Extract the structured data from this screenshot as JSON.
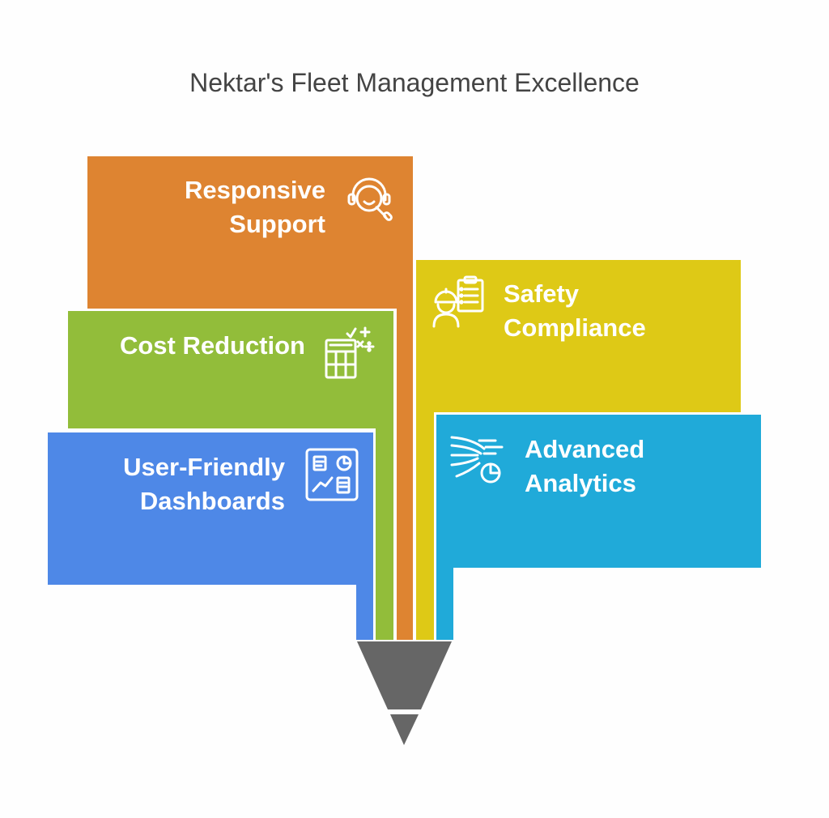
{
  "title": "Nektar's Fleet Management Excellence",
  "colors": {
    "orange": "#DE8431",
    "green": "#92BD3A",
    "yellow": "#DEC916",
    "blue": "#4E88E7",
    "cyan": "#20AAD9",
    "pencil_tip": "#666666"
  },
  "items": {
    "responsive_support": {
      "line1": "Responsive",
      "line2": "Support",
      "icon": "headset-support-icon"
    },
    "cost_reduction": {
      "line1": "Cost Reduction",
      "icon": "calculator-icon"
    },
    "user_friendly_dashboards": {
      "line1": "User-Friendly",
      "line2": "Dashboards",
      "icon": "dashboard-icon"
    },
    "safety_compliance": {
      "line1": "Safety",
      "line2": "Compliance",
      "icon": "worker-checklist-icon"
    },
    "advanced_analytics": {
      "line1": "Advanced",
      "line2": "Analytics",
      "icon": "data-flow-icon"
    }
  }
}
